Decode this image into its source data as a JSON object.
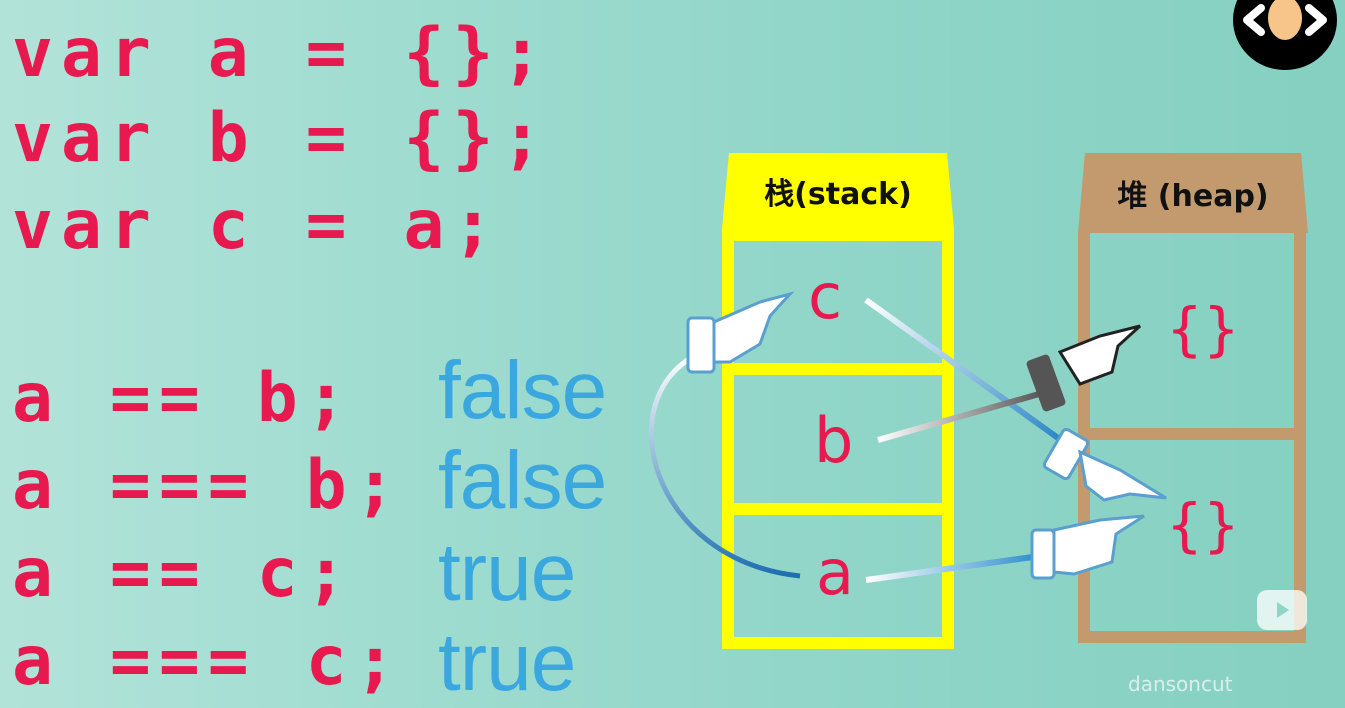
{
  "code": {
    "decl_a": "var a = {};",
    "decl_b": "var b = {};",
    "decl_c": "var c = a;",
    "cmp1": "a == b;",
    "cmp2": "a === b;",
    "cmp3": "a == c;",
    "cmp4": "a === c;"
  },
  "results": {
    "r1": "false",
    "r2": "false",
    "r3": "true",
    "r4": "true"
  },
  "stack": {
    "title": "栈(stack)",
    "vars": [
      "c",
      "b",
      "a"
    ]
  },
  "heap": {
    "title": "堆 (heap)",
    "objects": [
      "{}",
      "{}"
    ]
  },
  "watermark": "dansoncut",
  "colors": {
    "code": "#e8194f",
    "result": "#3aa8df",
    "stack": "#ffff00",
    "heap": "#c39a6e",
    "arrow": "#2a8ccc"
  }
}
